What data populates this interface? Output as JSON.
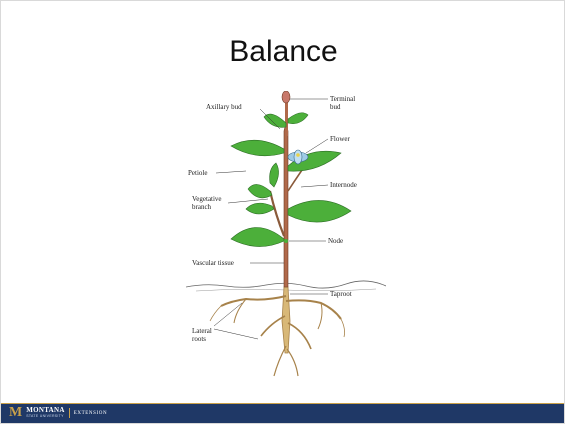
{
  "slide": {
    "title": "Balance"
  },
  "diagram": {
    "labels": {
      "axillary_bud": "Axillary bud",
      "terminal_bud": "Terminal bud",
      "flower": "Flower",
      "petiole": "Petiole",
      "internode": "Internode",
      "vegetative_branch": "Vegetative branch",
      "node": "Node",
      "vascular_tissue": "Vascular tissue",
      "taproot": "Taproot",
      "lateral_roots": "Lateral roots"
    }
  },
  "footer": {
    "logo_mark": "M",
    "logo_name": "MONTANA",
    "logo_sub": "STATE UNIVERSITY",
    "logo_extension": "EXTENSION"
  },
  "colors": {
    "footer_bg": "#1f3866",
    "accent_gold": "#c9a14a",
    "leaf_green": "#4caf3a",
    "stem_brown": "#9a5a3a",
    "root_tan": "#d8b878"
  }
}
